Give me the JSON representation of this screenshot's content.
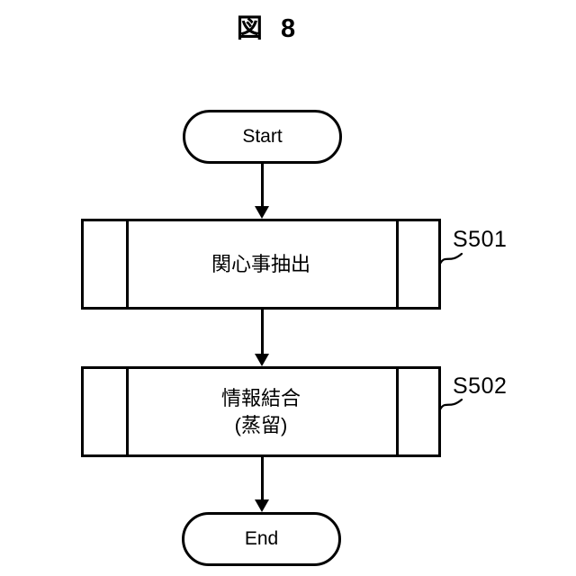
{
  "figure": {
    "title": "図 8"
  },
  "flowchart": {
    "start": {
      "label": "Start",
      "symbol": "terminator"
    },
    "end": {
      "label": "End",
      "symbol": "terminator"
    },
    "steps": [
      {
        "id": "S501",
        "text": "関心事抽出",
        "symbol": "predefined-process"
      },
      {
        "id": "S502",
        "text": "情報結合\n(蒸留)",
        "symbol": "predefined-process"
      }
    ],
    "connections": [
      {
        "from": "Start",
        "to": "S501"
      },
      {
        "from": "S501",
        "to": "S502"
      },
      {
        "from": "S502",
        "to": "End"
      }
    ],
    "colors": {
      "line": "#000000",
      "background": "#ffffff"
    }
  }
}
